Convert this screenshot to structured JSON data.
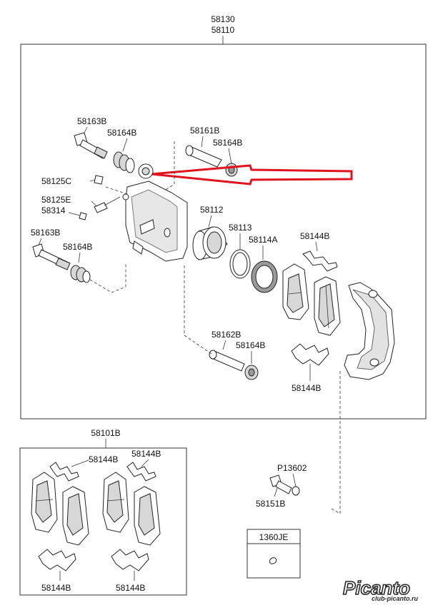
{
  "header": {
    "assembly_code_1": "58130",
    "assembly_code_2": "58110"
  },
  "caliper_parts": {
    "guide_bolt_upper": "58163B",
    "boot_upper_left": "58164B",
    "guide_pin_upper": "58161B",
    "boot_upper_right": "58164B",
    "bleeder_cap": "58125C",
    "bleeder_screw": "58125E",
    "bleeder_part": "58314",
    "guide_bolt_lower": "58163B",
    "boot_lower_left": "58164B",
    "piston": "58112",
    "piston_seal": "58113",
    "dust_boot": "58114A",
    "shim_clip_top": "58144B",
    "guide_pin_lower": "58162B",
    "boot_lower_right": "58164B",
    "shim_clip_bottom": "58144B"
  },
  "pad_kit": {
    "code": "58101B",
    "clip_top_left": "58144B",
    "clip_top_right": "58144B",
    "clip_bottom_left": "58144B",
    "clip_bottom_right": "58144B"
  },
  "hardware": {
    "washer": "P13602",
    "bolt": "58151B"
  },
  "legend_box": {
    "code": "1360JE"
  },
  "watermark": {
    "brand": "Picanto",
    "site": "club-picanto.ru"
  },
  "colors": {
    "highlight_arrow": "#e0141e",
    "line": "#333333"
  }
}
